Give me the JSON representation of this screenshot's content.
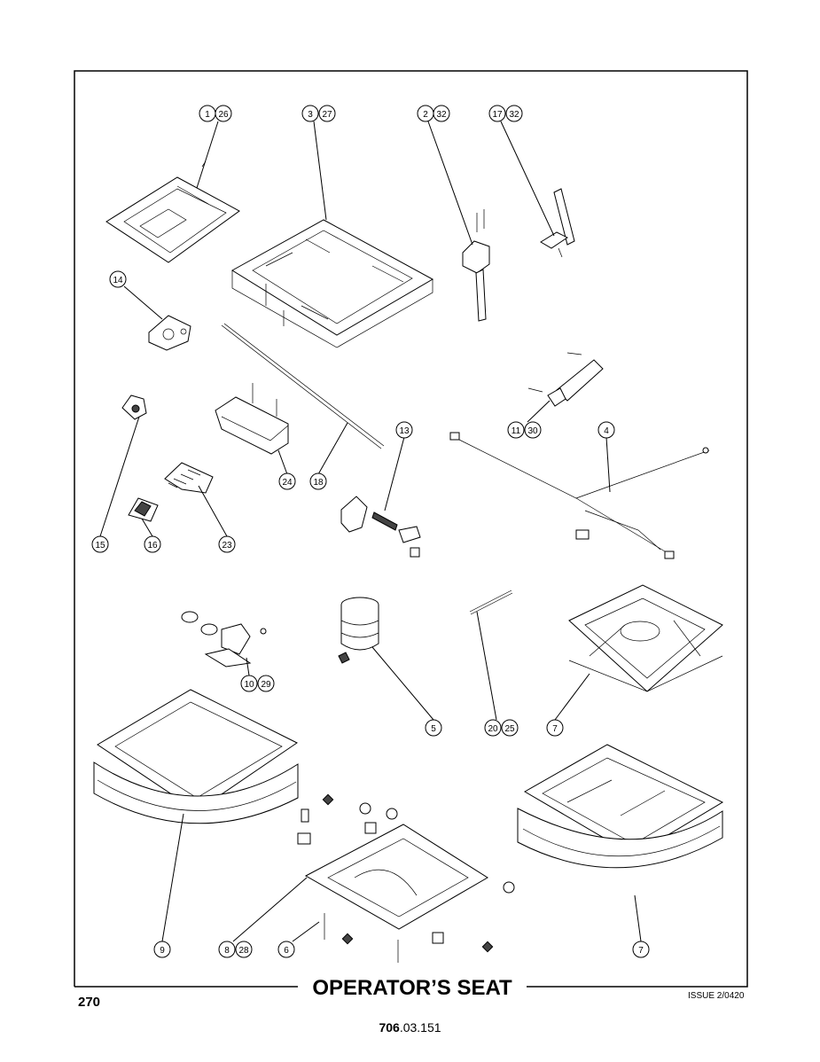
{
  "title": "OPERATOR’S SEAT",
  "page_number": "270",
  "issue": "ISSUE 2/0420",
  "document_code": {
    "bold": "706",
    "rest": ".03.151"
  },
  "callouts": [
    {
      "id": "c-1-26",
      "labels": [
        "1",
        "26"
      ]
    },
    {
      "id": "c-3-27",
      "labels": [
        "3",
        "27"
      ]
    },
    {
      "id": "c-2-32",
      "labels": [
        "2",
        "32"
      ]
    },
    {
      "id": "c-17-32",
      "labels": [
        "17",
        "32"
      ]
    },
    {
      "id": "c-14",
      "labels": [
        "14"
      ]
    },
    {
      "id": "c-13",
      "labels": [
        "13"
      ]
    },
    {
      "id": "c-11-30",
      "labels": [
        "11",
        "30"
      ]
    },
    {
      "id": "c-4",
      "labels": [
        "4"
      ]
    },
    {
      "id": "c-24",
      "labels": [
        "24"
      ]
    },
    {
      "id": "c-18",
      "labels": [
        "18"
      ]
    },
    {
      "id": "c-15",
      "labels": [
        "15"
      ]
    },
    {
      "id": "c-16",
      "labels": [
        "16"
      ]
    },
    {
      "id": "c-23",
      "labels": [
        "23"
      ]
    },
    {
      "id": "c-10-29",
      "labels": [
        "10",
        "29"
      ]
    },
    {
      "id": "c-5",
      "labels": [
        "5"
      ]
    },
    {
      "id": "c-20-25",
      "labels": [
        "20",
        "25"
      ]
    },
    {
      "id": "c-7a",
      "labels": [
        "7"
      ]
    },
    {
      "id": "c-9",
      "labels": [
        "9"
      ]
    },
    {
      "id": "c-8-28",
      "labels": [
        "8",
        "28"
      ]
    },
    {
      "id": "c-6",
      "labels": [
        "6"
      ]
    },
    {
      "id": "c-7b",
      "labels": [
        "7"
      ]
    }
  ]
}
